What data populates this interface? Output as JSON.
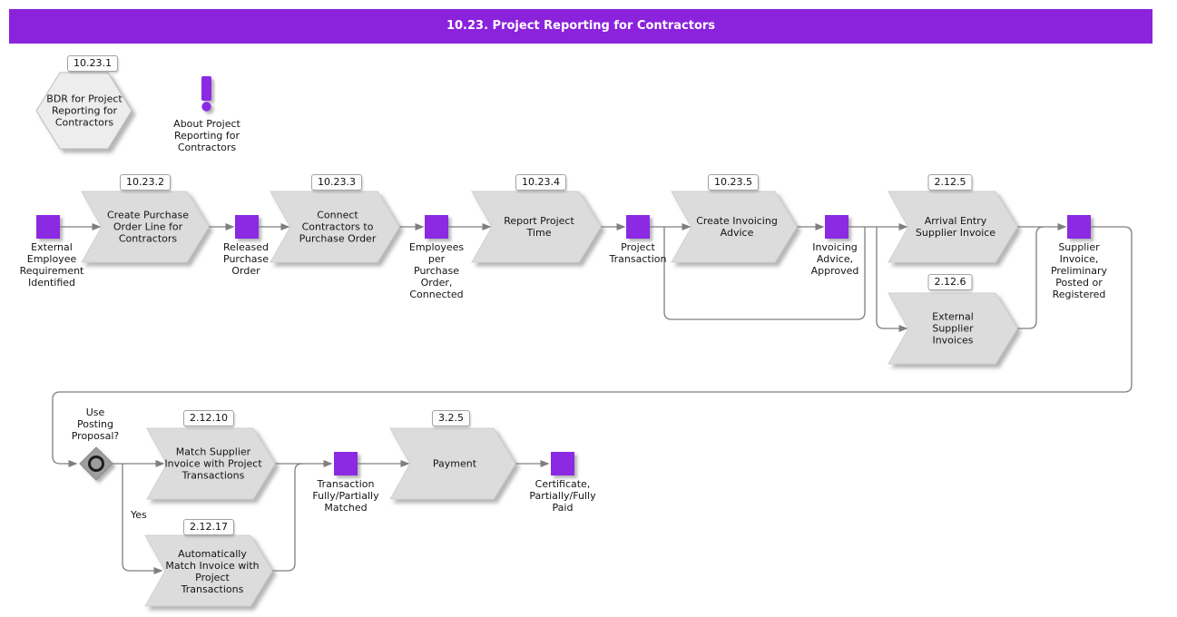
{
  "header": {
    "title": "10.23. Project Reporting for Contractors"
  },
  "colors": {
    "header_bg": "#8B22DC",
    "event_square": "#8B2BE2",
    "task_fill": "#DCDCDC",
    "connector": "#7F7F7F",
    "gateway_fill": "#9E9E9E"
  },
  "start": {
    "badge": "10.23.1",
    "bdr_label": "BDR for Project\nReporting for\nContractors",
    "about_label": "About Project\nReporting for\nContractors"
  },
  "tasks": {
    "create_po_line": {
      "badge": "10.23.2",
      "label": "Create Purchase\nOrder Line for\nContractors"
    },
    "connect_contractors": {
      "badge": "10.23.3",
      "label": "Connect\nContractors to\nPurchase Order"
    },
    "report_project_time": {
      "badge": "10.23.4",
      "label": "Report Project\nTime"
    },
    "create_invoicing_advice": {
      "badge": "10.23.5",
      "label": "Create Invoicing\nAdvice"
    },
    "arrival_entry_supplier_invoice": {
      "badge": "2.12.5",
      "label": "Arrival Entry\nSupplier Invoice"
    },
    "external_supplier_invoices": {
      "badge": "2.12.6",
      "label": "External\nSupplier\nInvoices"
    },
    "match_supplier_invoice": {
      "badge": "2.12.10",
      "label": "Match Supplier\nInvoice with Project\nTransactions"
    },
    "auto_match_invoice": {
      "badge": "2.12.17",
      "label": "Automatically\nMatch Invoice with\nProject\nTransactions"
    },
    "payment": {
      "badge": "3.2.5",
      "label": "Payment"
    }
  },
  "events": {
    "external_employee_requirement": {
      "label": "External\nEmployee\nRequirement\nIdentified"
    },
    "released_purchase_order": {
      "label": "Released\nPurchase\nOrder"
    },
    "employees_per_po_connected": {
      "label": "Employees\nper\nPurchase\nOrder,\nConnected"
    },
    "project_transaction": {
      "label": "Project\nTransaction"
    },
    "invoicing_advice_approved": {
      "label": "Invoicing\nAdvice,\nApproved"
    },
    "supplier_invoice_posted": {
      "label": "Supplier\nInvoice,\nPreliminary\nPosted or\nRegistered"
    },
    "transaction_matched": {
      "label": "Transaction\nFully/Partially\nMatched"
    },
    "certificate_paid": {
      "label": "Certificate,\nPartially/Fully\nPaid"
    }
  },
  "gateway": {
    "label": "Use\nPosting\nProposal?",
    "yes_label": "Yes"
  }
}
